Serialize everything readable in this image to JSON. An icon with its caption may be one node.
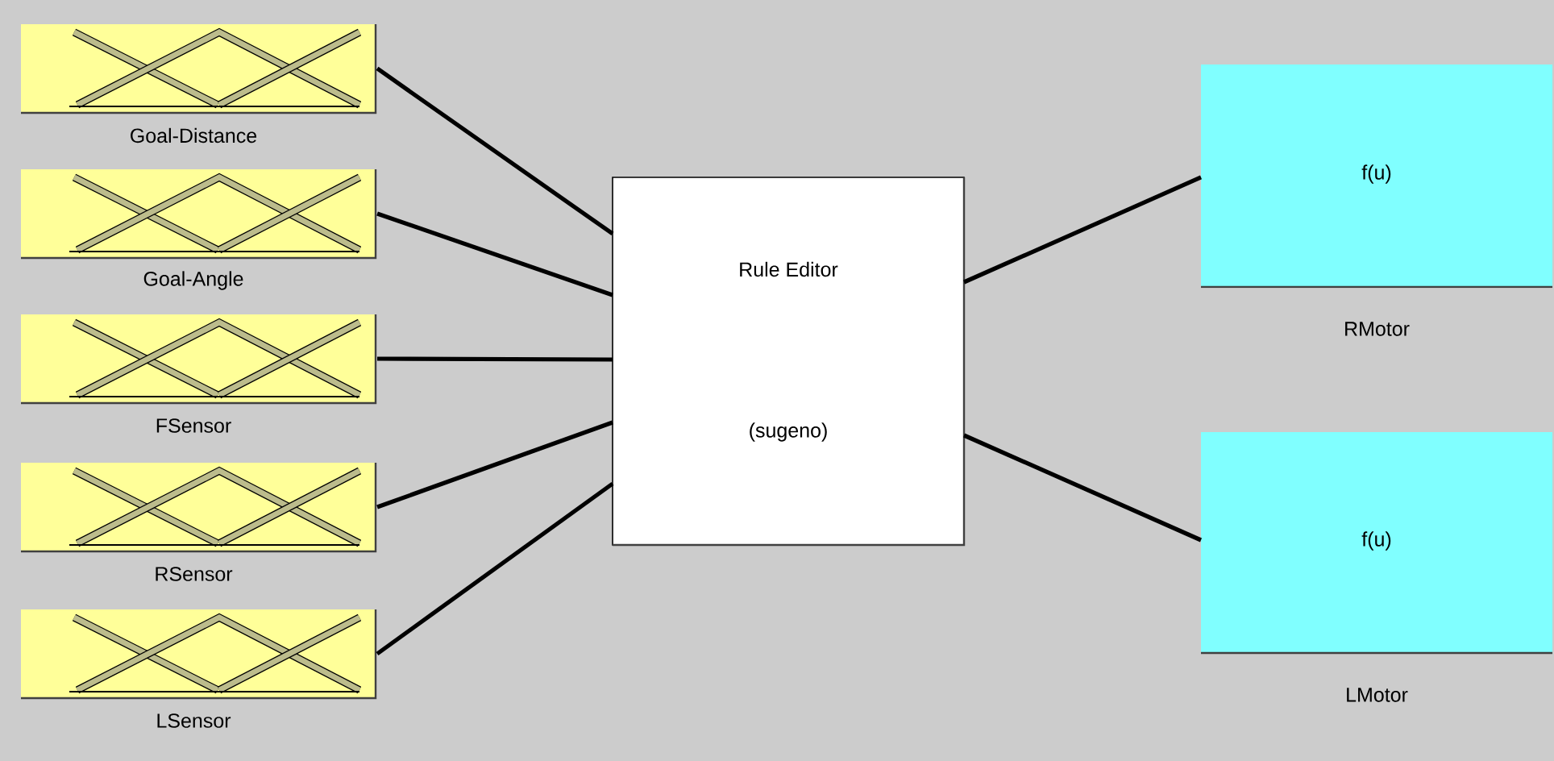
{
  "diagram": {
    "nodes": [
      {
        "text": [
          "Goal-Distance"
        ]
      },
      {
        "text": [
          "Goal-Angle"
        ]
      },
      {
        "text": [
          "FSensor"
        ]
      },
      {
        "text": [
          "RSensor"
        ]
      },
      {
        "text": [
          "LSensor"
        ]
      },
      {
        "text": [
          "Rule Editor",
          "(sugeno)"
        ]
      },
      {
        "text": [
          "f(u)",
          "RMotor"
        ]
      },
      {
        "text": [
          "f(u)",
          "LMotor"
        ]
      }
    ],
    "edges": [
      {
        "from": 0,
        "to": 5,
        "arrow": "none"
      },
      {
        "from": 1,
        "to": 5,
        "arrow": "none"
      },
      {
        "from": 2,
        "to": 5,
        "arrow": "none"
      },
      {
        "from": 3,
        "to": 5,
        "arrow": "none"
      },
      {
        "from": 4,
        "to": 5,
        "arrow": "none"
      },
      {
        "from": 5,
        "to": 6,
        "arrow": "none"
      },
      {
        "from": 5,
        "to": 7,
        "arrow": "none"
      }
    ]
  }
}
